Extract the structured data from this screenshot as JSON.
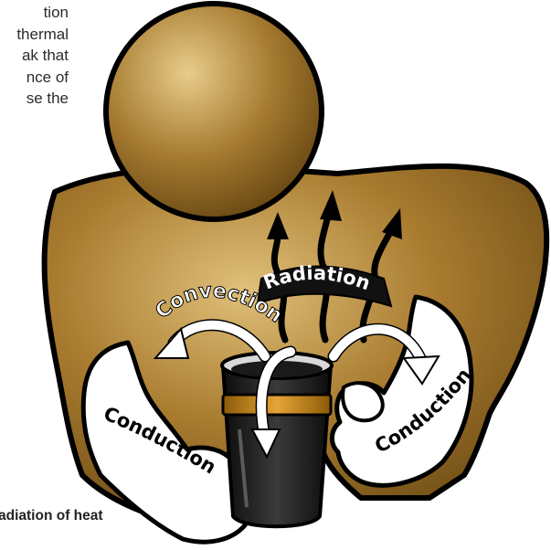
{
  "body_text": {
    "lines": [
      "tion",
      "thermal",
      "ak that",
      "nce of",
      "se the"
    ]
  },
  "caption": "adiation of heat",
  "diagram": {
    "labels": {
      "convection": "Convection",
      "radiation": "Radiation",
      "conduction_left": "Conduction",
      "conduction_right": "Conduction"
    },
    "colors": {
      "body_gold": "#9c7328",
      "outline": "#000000",
      "cup_band": "#c98412",
      "liquid": "#1a1a1a",
      "arrow_white": "#ffffff"
    }
  }
}
